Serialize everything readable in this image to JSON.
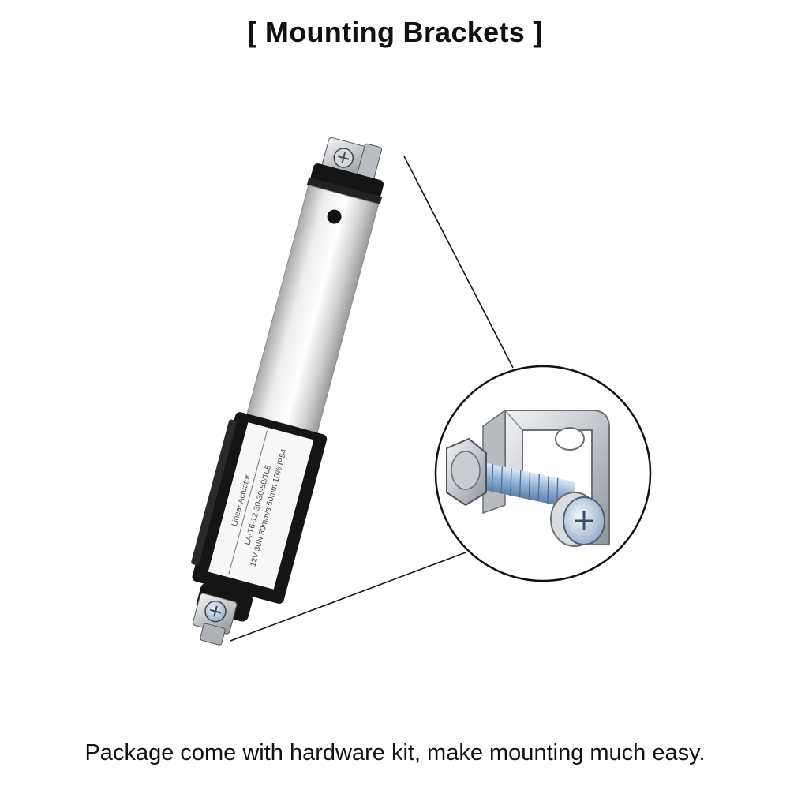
{
  "title": "[ Mounting Brackets ]",
  "caption": "Package come with hardware kit, make mounting much easy.",
  "label": {
    "line1": "Linear Actuator",
    "line2": "LA-T6-12-30-30-50/105",
    "line3": "12V 30N 30mm/s 50mm 10% IP54"
  },
  "colors": {
    "body_silver": "#d9d9d9",
    "housing_black": "#111111",
    "bracket_steel": "#c8ccd0",
    "screw_blue": "#9fb8d8"
  },
  "icons": {
    "top_bracket": "bracket-icon",
    "bottom_bracket": "bracket-icon",
    "zoom_callout": "magnified-bracket-icon"
  }
}
